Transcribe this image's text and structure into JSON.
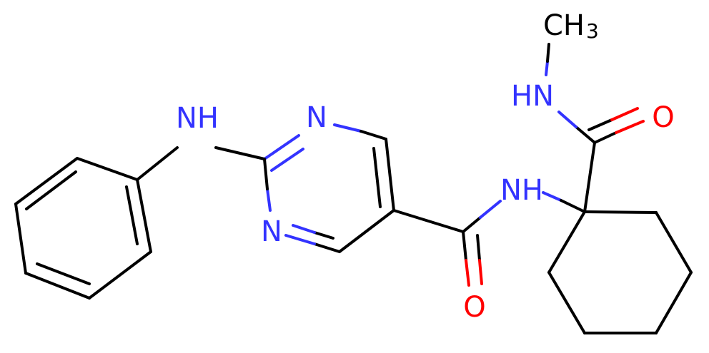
{
  "molecule": {
    "atom_labels": {
      "n_ring_top": "N",
      "n_ring_bottom": "N",
      "nh_aniline": "NH",
      "nh_amide": "NH",
      "nh_methylamide": "HN",
      "o_amide": "O",
      "o_methylamide": "O",
      "methyl": "CH",
      "methyl_subscript": "3"
    },
    "colors": {
      "carbon": "#000000",
      "nitrogen": "#3333ff",
      "oxygen": "#ff0000",
      "background": "#ffffff"
    }
  }
}
